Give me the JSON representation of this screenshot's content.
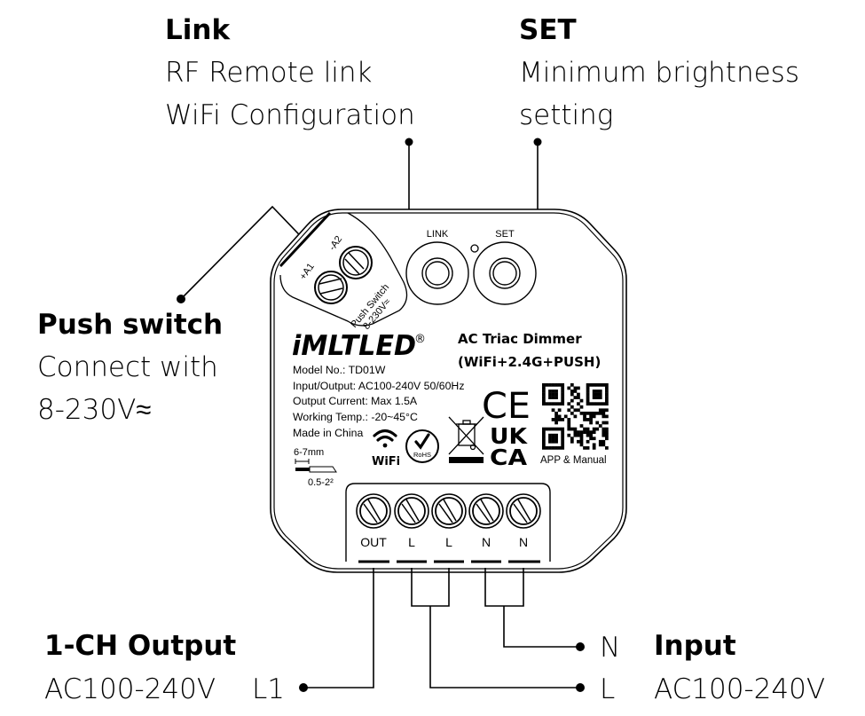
{
  "callouts": {
    "link": {
      "title": "Link",
      "lines": [
        "RF Remote link",
        "WiFi Configuration"
      ]
    },
    "set": {
      "title": "SET",
      "lines": [
        "Minimum brightness",
        "setting"
      ]
    },
    "push_switch": {
      "title": "Push switch",
      "lines": [
        "Connect with",
        "8-230V≈"
      ]
    },
    "output": {
      "title": "1-CH Output",
      "line": "AC100-240V",
      "terminal": "L1"
    },
    "input": {
      "title": "Input",
      "line": "AC100-240V",
      "terminal_n": "N",
      "terminal_l": "L"
    }
  },
  "device": {
    "buttons": {
      "link_label": "LINK",
      "set_label": "SET"
    },
    "push_terminals": {
      "a1": "+A1",
      "a2": "-A2",
      "caption_line1": "Push Switch",
      "caption_line2": "8-230V≈"
    },
    "brand": "iMLTLED",
    "registered_mark": "®",
    "product_title_line1": "AC Triac Dimmer",
    "product_title_line2": "(WiFi+2.4G+PUSH)",
    "specs": [
      "Model No.: TD01W",
      "Input/Output: AC100-240V  50/60Hz",
      "Output Current: Max 1.5A",
      "Working Temp.: -20~45°C",
      "Made in China"
    ],
    "strip_length": "6-7mm",
    "wire_size": "0.5-2²",
    "wifi_label": "WiFi",
    "rohs_label": "RoHS",
    "ce_mark": "CE",
    "ukca_line1": "UK",
    "ukca_line2": "CA",
    "qr_caption": "APP & Manual",
    "terminals": [
      "OUT",
      "L",
      "L",
      "N",
      "N"
    ]
  },
  "colors": {
    "line": "#000000",
    "background": "#ffffff",
    "device_outline": "#222222"
  }
}
